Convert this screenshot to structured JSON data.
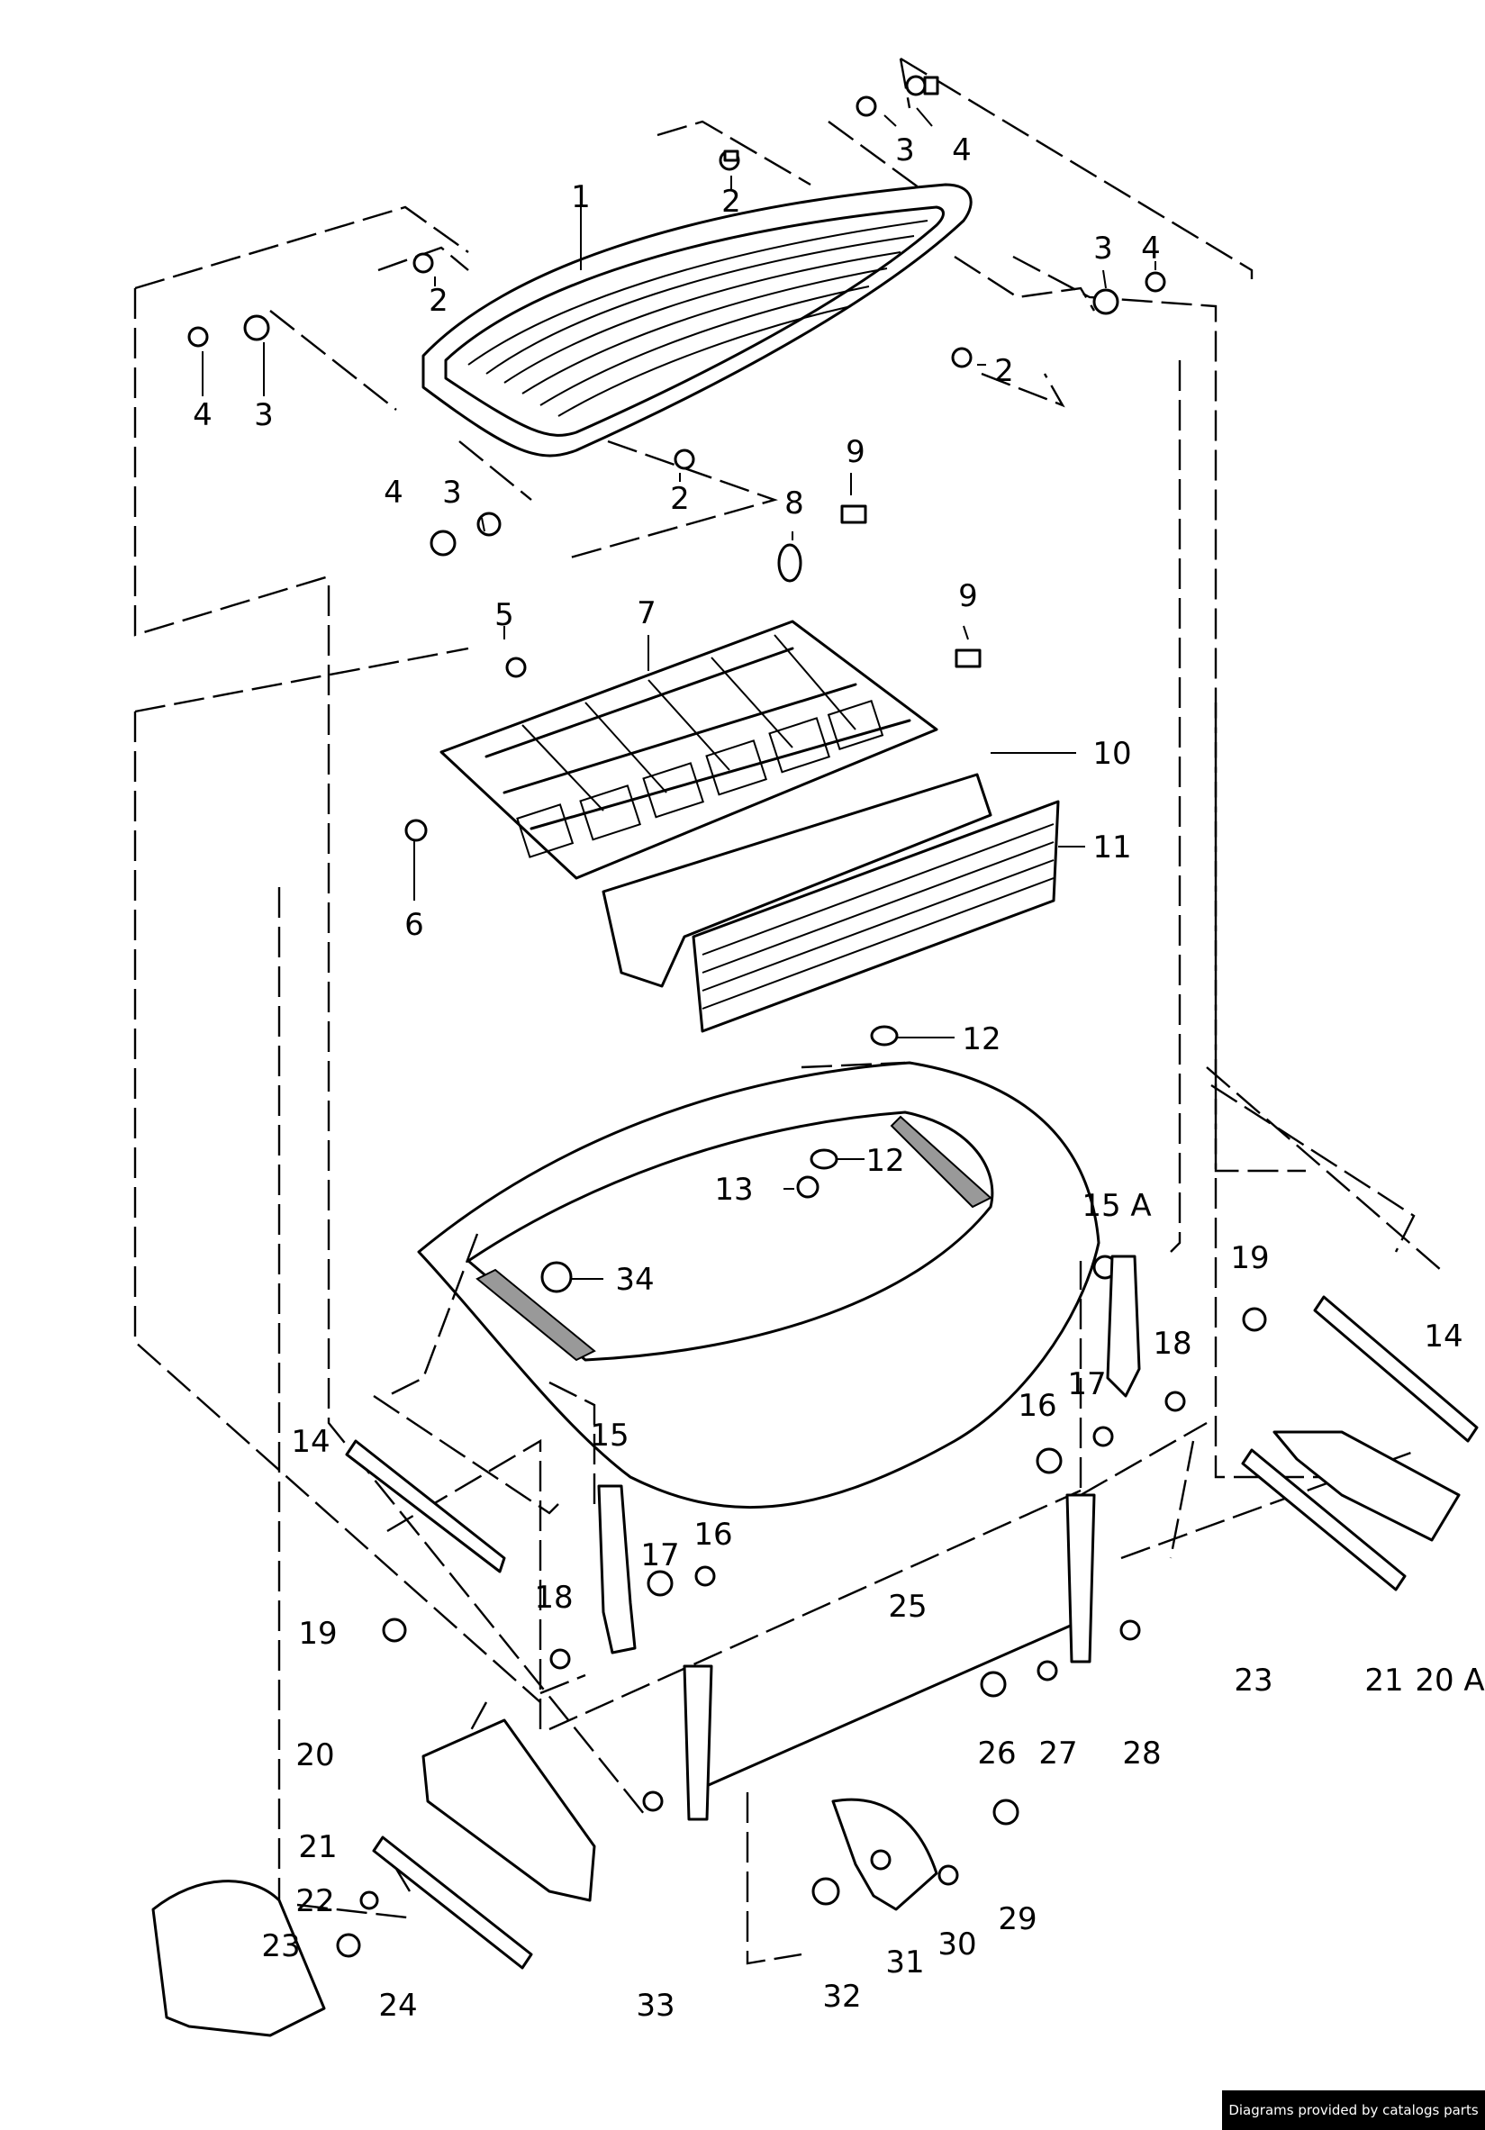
{
  "credit": "Diagrams provided by catalogs parts",
  "callouts": [
    "1",
    "2",
    "3",
    "4",
    "5",
    "6",
    "7",
    "8",
    "9",
    "10",
    "11",
    "12",
    "13",
    "14",
    "15",
    "15 A",
    "16",
    "17",
    "18",
    "19",
    "20",
    "20 A",
    "21",
    "22",
    "23",
    "24",
    "25",
    "26",
    "27",
    "28",
    "29",
    "30",
    "31",
    "32",
    "33",
    "34"
  ]
}
